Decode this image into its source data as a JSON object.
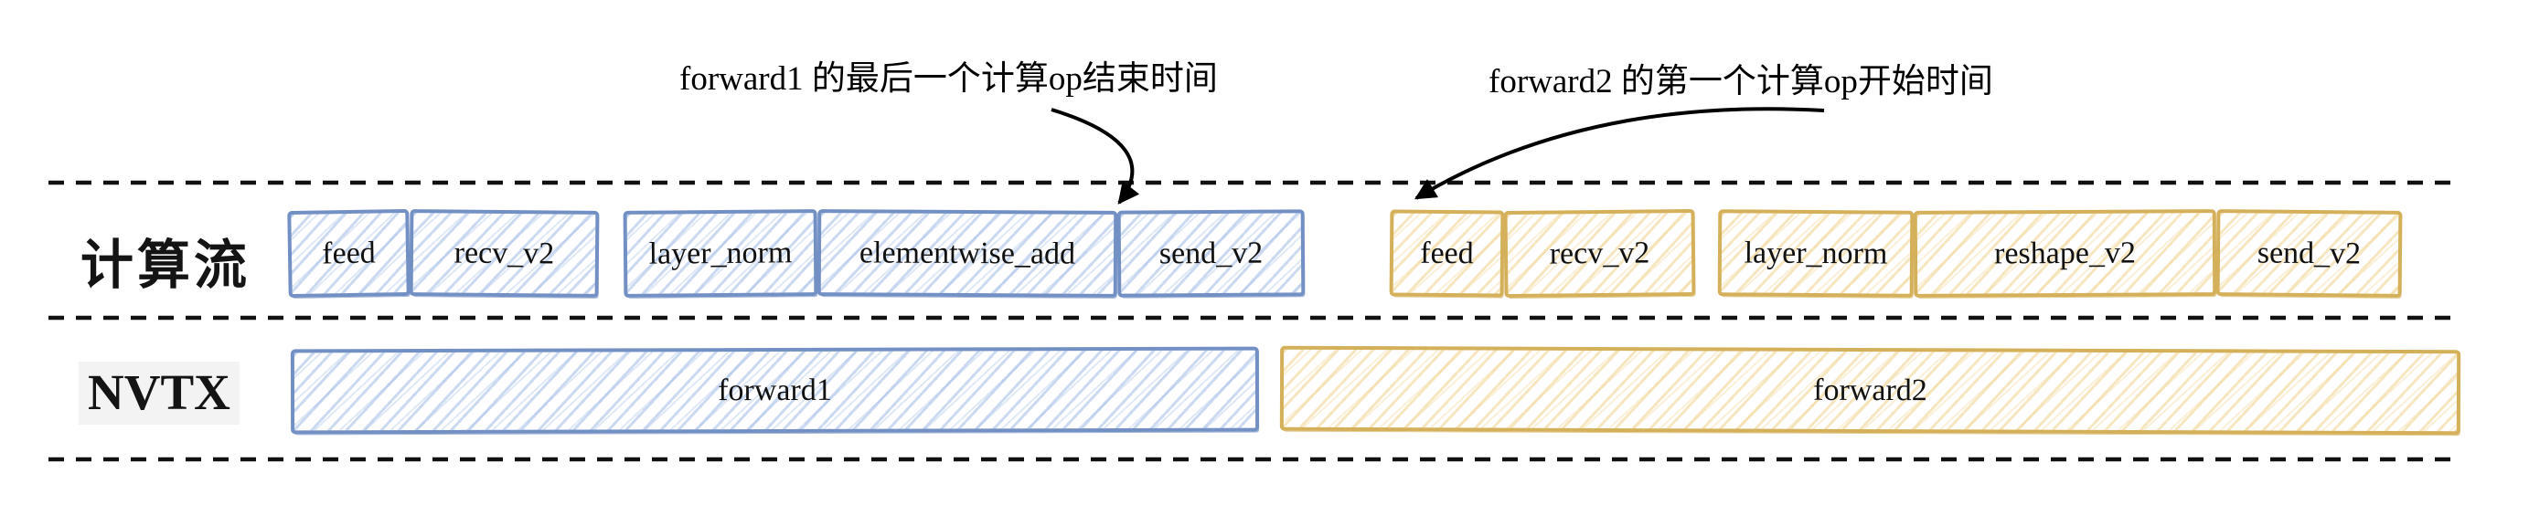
{
  "compute_row": {
    "label": "计算流",
    "forward1_ops": [
      "feed",
      "recv_v2",
      "layer_norm",
      "elementwise_add",
      "send_v2"
    ],
    "forward2_ops": [
      "feed",
      "recv_v2",
      "layer_norm",
      "reshape_v2",
      "send_v2"
    ]
  },
  "nvtx_row": {
    "label": "NVTX",
    "spans": [
      "forward1",
      "forward2"
    ]
  },
  "annotations": {
    "forward1_end": "forward1 的最后一个计算op结束时间",
    "forward2_start": "forward2 的第一个计算op开始时间"
  },
  "colors": {
    "forward1_accent": "#7390c4",
    "forward1_hatch": "#c8d7f0",
    "forward2_accent": "#d5b05a",
    "forward2_hatch": "#f2dca8",
    "guide_line": "#111111",
    "text": "#111111"
  }
}
